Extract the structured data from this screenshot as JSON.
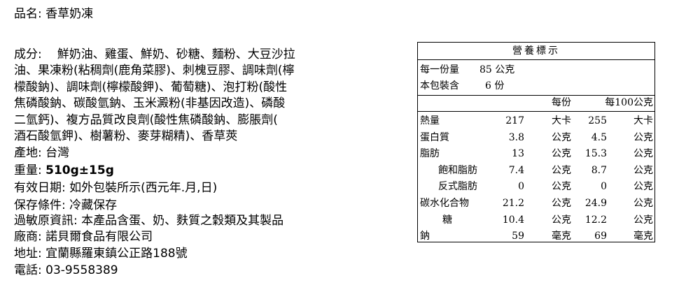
{
  "product": {
    "name_line": "品名: 香草奶凍",
    "ingredients_label": "成分:",
    "ingredients_lines": [
      "鮮奶油、雞蛋、鮮奶、砂糖、麵粉、大豆沙拉",
      "油、果凍粉(粘稠劑(鹿角菜膠)、刺槐豆膠、調味劑(檸",
      "檬酸鈉)、調味劑(檸檬酸鉀)、葡萄糖)、泡打粉(酸性",
      "焦磷酸鈉、碳酸氫鈉、玉米澱粉(非基因改造)、磷酸",
      "二氫鈣)、複方品質改良劑(酸性焦磷酸鈉、膨脹劑(",
      "酒石酸氫鉀)、樹薯粉、麥芽糊精)、香草莢"
    ],
    "origin": "產地: 台灣",
    "weight_label": "重量: ",
    "weight_value": "510g±15g",
    "expiry": "有效日期: 如外包裝所示(西元年.月,日)",
    "storage": "保存條件: 冷藏保存",
    "allergen": "過敏原資訊: 本產品含蛋、奶、麩質之穀類及其製品",
    "manufacturer": "廠商: 諾貝爾食品有限公司",
    "address": "地址: 宜蘭縣羅東鎮公正路188號",
    "phone": "電話: 03-9558389"
  },
  "nutrition": {
    "title": "營養標示",
    "serving_label": "每一份量",
    "serving_value": "85 公克",
    "servings_label": "本包裝含",
    "servings_value": "6 份",
    "col_per_serving": "每份",
    "col_per_100": "每100公克",
    "rows": [
      {
        "name": "熱量",
        "v1": "217",
        "u1": "大卡",
        "v2": "255",
        "u2": "大卡"
      },
      {
        "name": "蛋白質",
        "v1": "3.8",
        "u1": "公克",
        "v2": "4.5",
        "u2": "公克"
      },
      {
        "name": "脂肪",
        "v1": "13",
        "u1": "公克",
        "v2": "15.3",
        "u2": "公克"
      },
      {
        "name": "飽和脂肪",
        "v1": "7.4",
        "u1": "公克",
        "v2": "8.7",
        "u2": "公克"
      },
      {
        "name": "反式脂肪",
        "v1": "0",
        "u1": "公克",
        "v2": "0",
        "u2": "公克"
      },
      {
        "name": "碳水化合物",
        "v1": "21.2",
        "u1": "公克",
        "v2": "24.9",
        "u2": "公克"
      },
      {
        "name": "糖",
        "v1": "10.4",
        "u1": "公克",
        "v2": "12.2",
        "u2": "公克"
      },
      {
        "name": "鈉",
        "v1": "59",
        "u1": "毫克",
        "v2": "69",
        "u2": "毫克"
      }
    ]
  }
}
